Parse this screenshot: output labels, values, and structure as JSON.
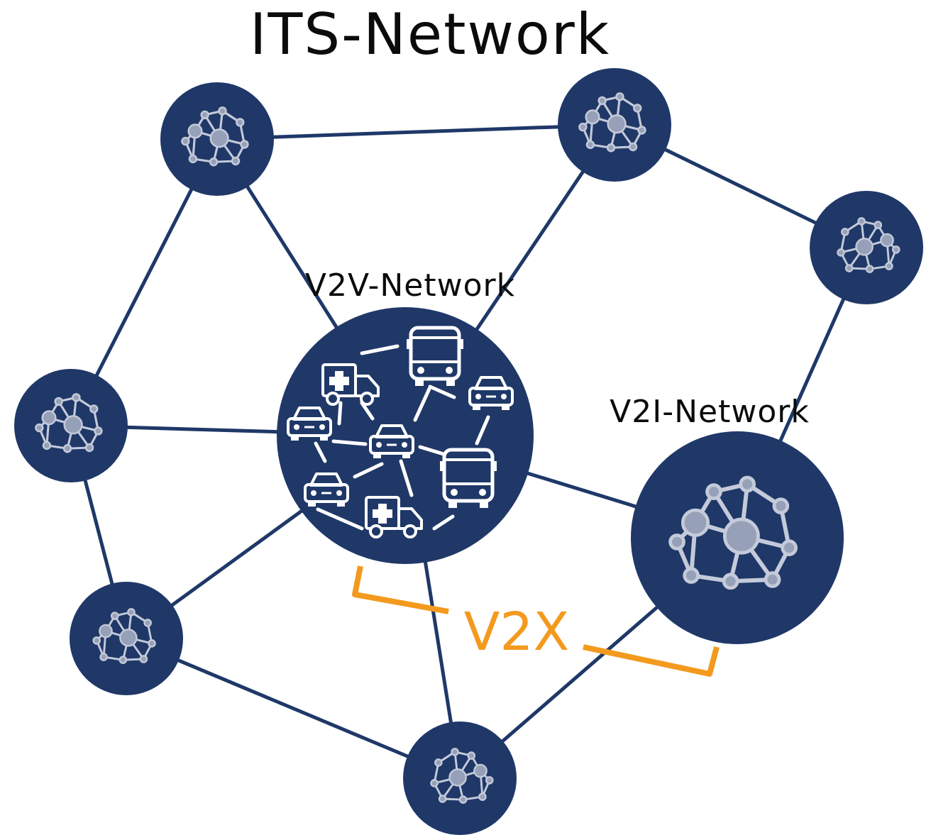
{
  "diagram": {
    "title": "ITS-Network",
    "v2v_label": "V2V-Network",
    "v2i_label": "V2I-Network",
    "v2x_label": "V2X"
  },
  "colors": {
    "node_fill": "#1f3868",
    "edge": "#1f3868",
    "mini_node": "#96a0b8",
    "mini_stroke": "#c4cad9",
    "vehicle": "#ffffff",
    "v2x_accent": "#f39a1e"
  },
  "icons": {
    "cluster_nodes": "network-icon",
    "vehicles": [
      "car-icon",
      "bus-icon",
      "ambulance-icon"
    ]
  }
}
